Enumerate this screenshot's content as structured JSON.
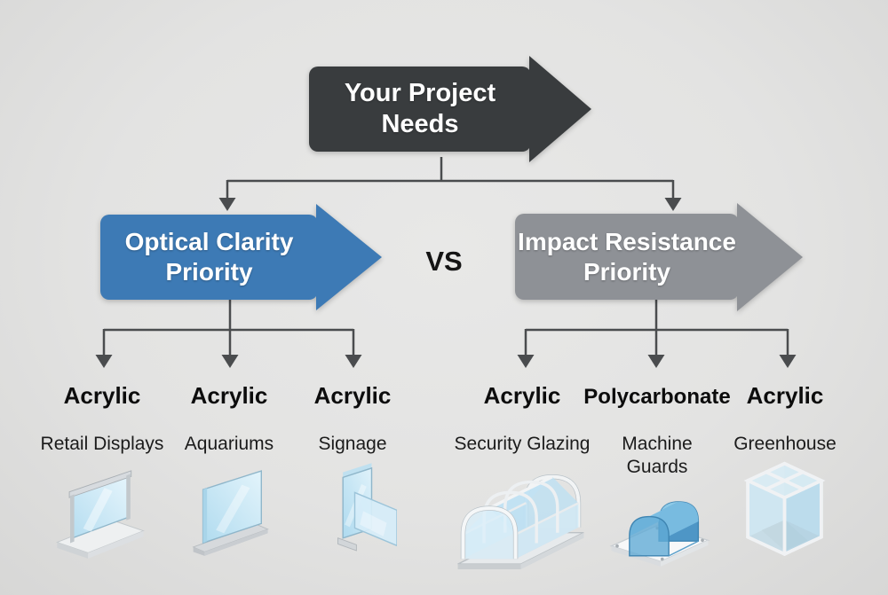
{
  "root_node": {
    "label": "Your Project Needs"
  },
  "comparison": {
    "vs_label": "VS"
  },
  "branches": [
    {
      "label": "Optical Clarity Priority",
      "color": "#3d7ab5",
      "children": [
        {
          "material": "Acrylic",
          "application": "Retail Displays",
          "icon": "retail-display-icon"
        },
        {
          "material": "Acrylic",
          "application": "Aquariums",
          "icon": "aquarium-icon"
        },
        {
          "material": "Acrylic",
          "application": "Signage",
          "icon": "signage-icon"
        }
      ]
    },
    {
      "label": "Impact Resistance Priority",
      "color": "#8e9196",
      "children": [
        {
          "material": "Acrylic",
          "application": "Security Glazing",
          "icon": "security-glazing-icon"
        },
        {
          "material": "Polycarbonate",
          "application": "Machine Guards",
          "icon": "machine-guard-icon"
        },
        {
          "material": "Acrylic",
          "application": "Greenhouse",
          "icon": "greenhouse-icon"
        }
      ]
    }
  ],
  "colors": {
    "root_node": "#393c3e",
    "optical_branch": "#3d7ab5",
    "impact_branch": "#8e9196",
    "connector": "#4a4c4e",
    "background": "#e3e3e2",
    "text_on_arrow": "#ffffff",
    "label_text": "#0c0c0c"
  }
}
